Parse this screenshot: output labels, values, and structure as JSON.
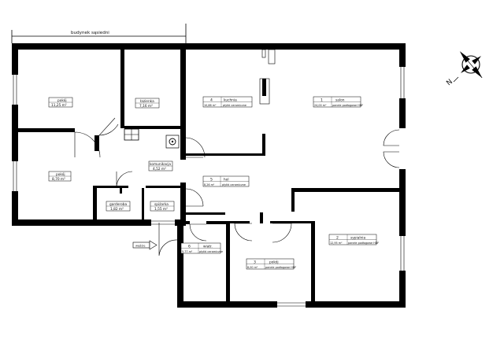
{
  "header": {
    "neighbor_label": "budynek sąsiedni"
  },
  "compass": {
    "north_letter": "N"
  },
  "entrance": {
    "label": "wejście"
  },
  "rooms": [
    {
      "id": "pokoj-top",
      "number": "",
      "name": "pokój",
      "area": "11,25 m²",
      "finish": ""
    },
    {
      "id": "lazienka",
      "number": "",
      "name": "łazienka",
      "area": "7,16 m²",
      "finish": ""
    },
    {
      "id": "pokoj-mid",
      "number": "",
      "name": "pokój",
      "area": "8,70 m²",
      "finish": ""
    },
    {
      "id": "komunikacja",
      "number": "",
      "name": "komunikacja",
      "area": "4,52 m²",
      "finish": ""
    },
    {
      "id": "garderoba",
      "number": "",
      "name": "garderoba",
      "area": "1,82 m²",
      "finish": ""
    },
    {
      "id": "spizarka",
      "number": "",
      "name": "spiżarka",
      "area": "1,55 m²",
      "finish": ""
    },
    {
      "id": "kuchnia",
      "number": "4",
      "name": "kuchnia",
      "area": "10,88 m²",
      "finish": "płytki ceramiczne"
    },
    {
      "id": "salon",
      "number": "1",
      "name": "salon",
      "area": "24,00 m²",
      "finish": "panele podłogowe HDF"
    },
    {
      "id": "hol",
      "number": "5",
      "name": "hol",
      "area": "8,26 m²",
      "finish": "płytki ceramiczne"
    },
    {
      "id": "wiatrolap",
      "number": "6",
      "name": "wiatr.",
      "area": "5,77 m²",
      "finish": "płytki ceramiczne"
    },
    {
      "id": "pokoj-bottom",
      "number": "3",
      "name": "pokój",
      "area": "8,00 m²",
      "finish": "panele podłogowe HDF"
    },
    {
      "id": "sypialnia",
      "number": "2",
      "name": "sypialnia",
      "area": "12,95 m²",
      "finish": "panele podłogowe HDF"
    }
  ]
}
